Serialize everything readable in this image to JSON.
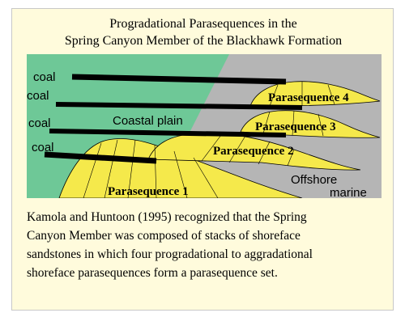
{
  "colors": {
    "background": "#fffbdc",
    "coastal_plain": "#6ec897",
    "offshore_marine": "#b5b5b5",
    "parasequence": "#f5e94b",
    "coal": "#000000"
  },
  "title": {
    "line1": "Progradational Parasequences in the",
    "line2": "Spring Canyon Member of the Blackhawk Formation"
  },
  "diagram": {
    "coal_labels": [
      "coal",
      "coal",
      "coal",
      "coal"
    ],
    "coastal_plain_label": "Coastal plain",
    "offshore_label": "Offshore",
    "marine_label": "marine",
    "parasequences": [
      "Parasequence 1",
      "Parasequence 2",
      "Parasequence 3",
      "Parasequence 4"
    ]
  },
  "caption": {
    "lines": [
      "Kamola and Huntoon (1995) recognized that the Spring",
      "Canyon Member was composed of stacks of shoreface",
      "sandstones in which four progradational to aggradational",
      "shoreface parasequences form a parasequence set."
    ]
  }
}
